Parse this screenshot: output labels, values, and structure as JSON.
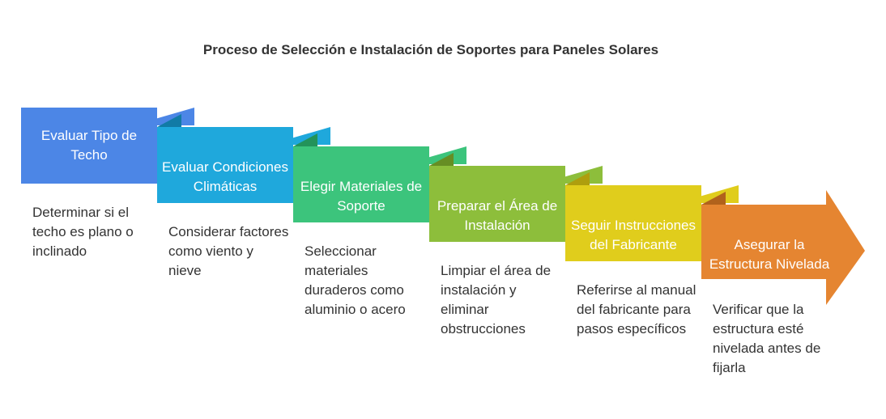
{
  "title": "Proceso de Selección e Instalación de Soportes para Paneles Solares",
  "steps": [
    {
      "label": "Evaluar Tipo de Techo",
      "description": "Determinar si el techo es plano o inclinado",
      "color": "#4C86E6",
      "fold_color": "#2F5FB0"
    },
    {
      "label": "Evaluar Condiciones Climáticas",
      "description": "Considerar factores como viento y nieve",
      "color": "#1FA8DC",
      "fold_color": "#117BA6"
    },
    {
      "label": "Elegir Materiales de Soporte",
      "description": "Seleccionar materiales duraderos como aluminio o acero",
      "color": "#3CC47C",
      "fold_color": "#23935A"
    },
    {
      "label": "Preparar el Área de Instalación",
      "description": "Limpiar el área de instalación y eliminar obstrucciones",
      "color": "#8DBE3B",
      "fold_color": "#668E24"
    },
    {
      "label": "Seguir Instrucciones del Fabricante",
      "description": "Referirse al manual del fabricante para pasos específicos",
      "color": "#E0CD1C",
      "fold_color": "#AE9E0E"
    },
    {
      "label": "Asegurar la Estructura Nivelada",
      "description": "Verificar que la estructura esté nivelada antes de fijarla",
      "color": "#E58531",
      "fold_color": "#B1621C"
    }
  ]
}
